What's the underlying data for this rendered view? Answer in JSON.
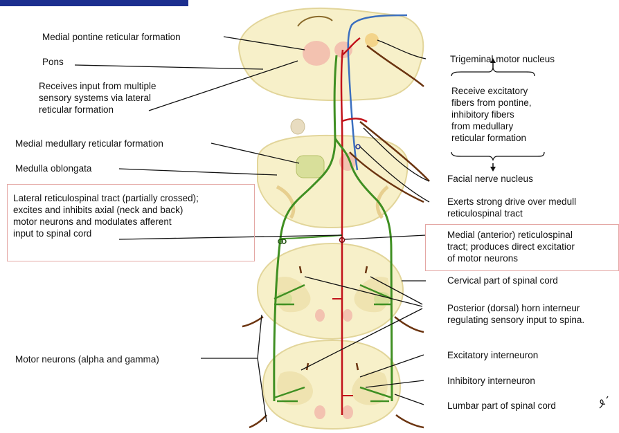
{
  "labels": {
    "medial_pontine": "Medial pontine reticular formation",
    "pons": "Pons",
    "receives_input": "Receives input from multiple\nsensory systems via lateral\nreticular formation",
    "medial_medullary": "Medial medullary reticular formation",
    "medulla": "Medulla oblongata",
    "lateral_tract": "Lateral reticulospinal tract (partially crossed);\nexcites and inhibits axial (neck and back)\nmotor neurons and modulates afferent\ninput to spinal cord",
    "motor_neurons": "Motor neurons (alpha and gamma)",
    "trigeminal": "Trigeminal motor nucleus",
    "receive_excitatory": "Receive excitatory\nfibers from pontine,\ninhibitory fibers\nfrom medullary\nreticular formation",
    "facial": "Facial nerve nucleus",
    "exerts": "Exerts strong drive over medull\nreticulospinal tract",
    "medial_tract": "Medial (anterior) reticulospinal\ntract; produces direct excitatior\nof motor neurons",
    "cervical": "Cervical part of spinal cord",
    "posterior_horn": "Posterior (dorsal) horn interneur\nregulating sensory input to spina.",
    "excitatory": "Excitatory interneuron",
    "inhibitory": "Inhibitory interneuron",
    "lumbar": "Lumbar part of spinal cord"
  },
  "colors": {
    "tissue": "#f7f0c9",
    "tissue_edge": "#e2d59a",
    "pontine_nucleus": "#f3c2b0",
    "medullary_nucleus": "#d8df9a",
    "lateral_tract_green": "#3f8f22",
    "medial_tract_red": "#c1121a",
    "blue_fiber": "#3b6fbf",
    "brown_fiber": "#6b3410",
    "callout_box": "#e4a7a4",
    "header_bar": "#1c2f8f"
  }
}
